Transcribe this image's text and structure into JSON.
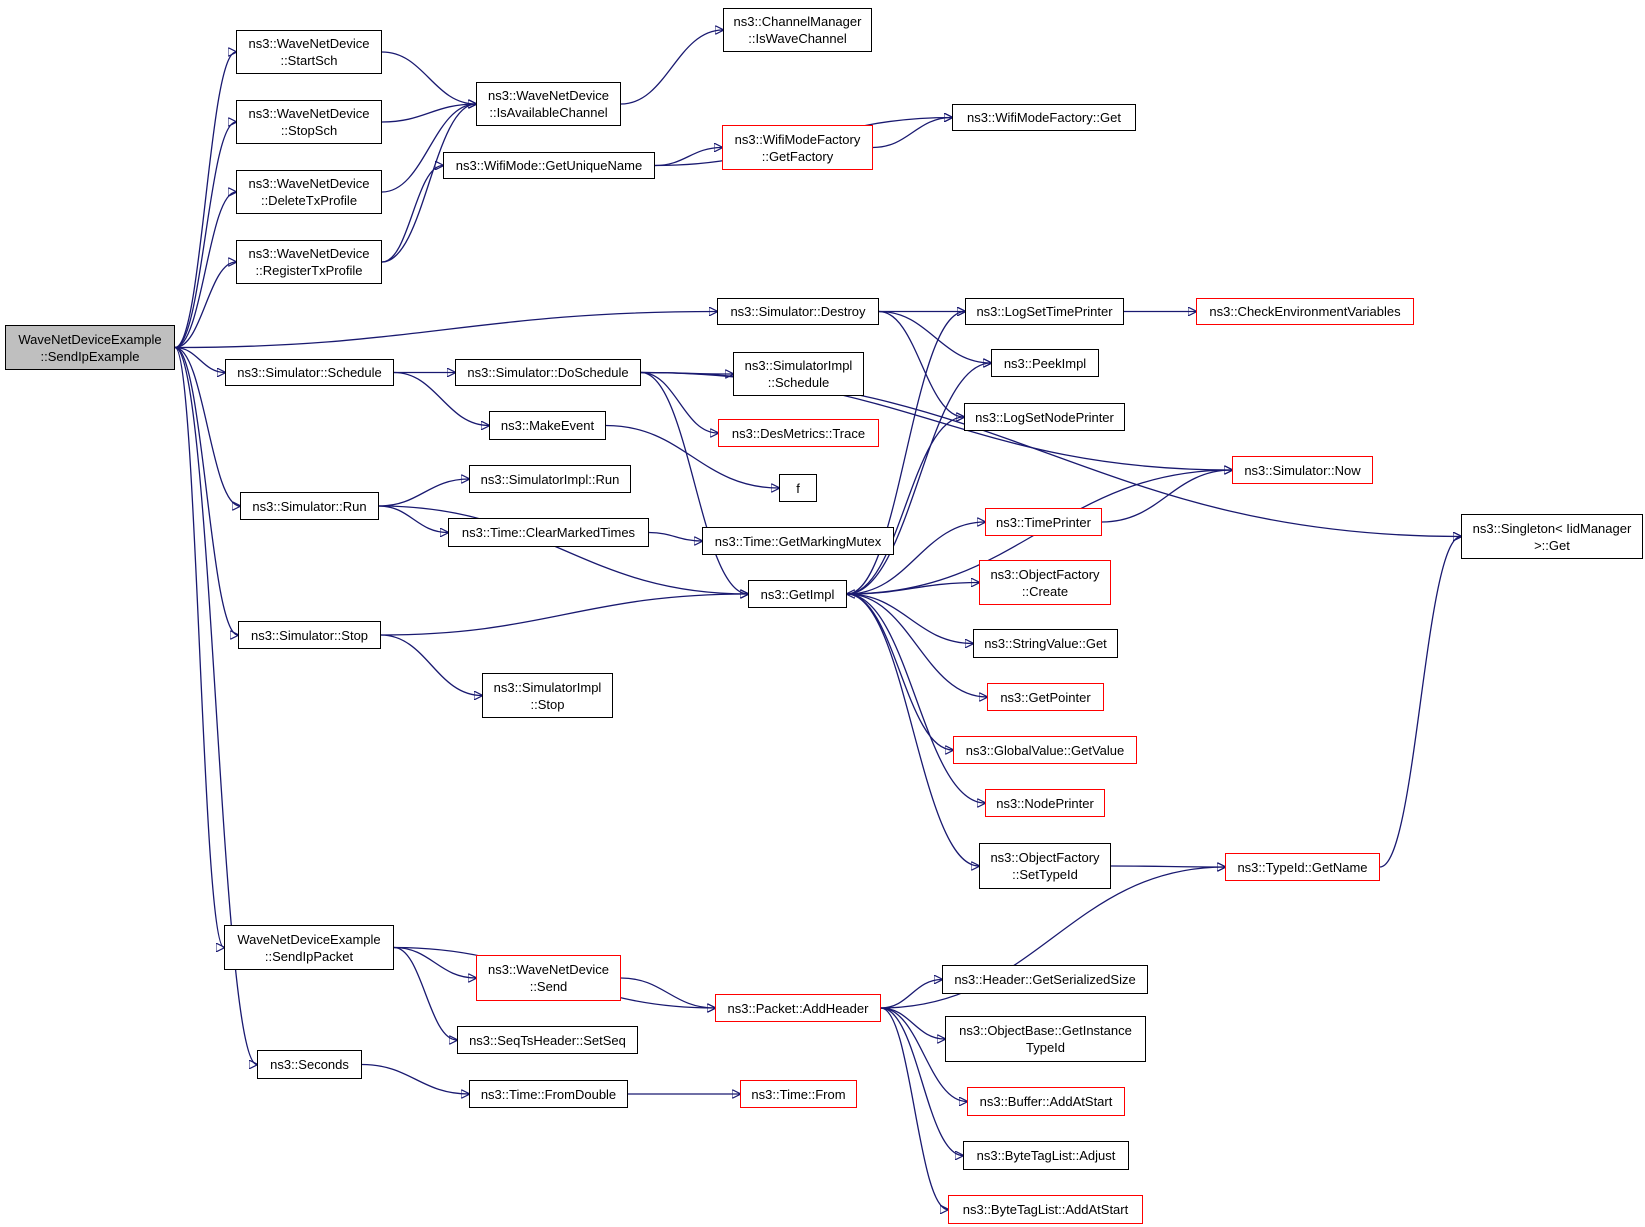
{
  "diagram": {
    "type": "call-graph",
    "colors": {
      "edge": "#191970",
      "root_fill": "#bfbfbf",
      "truncated_border": "#ff0000",
      "node_border": "#000000"
    },
    "nodes": [
      {
        "id": "root",
        "label": "WaveNetDeviceExample\n::SendIpExample",
        "style": "root"
      },
      {
        "id": "startsch",
        "label": "ns3::WaveNetDevice\n::StartSch",
        "style": "normal"
      },
      {
        "id": "stopsch",
        "label": "ns3::WaveNetDevice\n::StopSch",
        "style": "normal"
      },
      {
        "id": "deletetx",
        "label": "ns3::WaveNetDevice\n::DeleteTxProfile",
        "style": "normal"
      },
      {
        "id": "registertx",
        "label": "ns3::WaveNetDevice\n::RegisterTxProfile",
        "style": "normal"
      },
      {
        "id": "isavail",
        "label": "ns3::WaveNetDevice\n::IsAvailableChannel",
        "style": "normal"
      },
      {
        "id": "chanmgr",
        "label": "ns3::ChannelManager\n::IsWaveChannel",
        "style": "normal"
      },
      {
        "id": "getuniq",
        "label": "ns3::WifiMode::GetUniqueName",
        "style": "normal"
      },
      {
        "id": "wmfget",
        "label": "ns3::WifiModeFactory::Get",
        "style": "normal"
      },
      {
        "id": "wmfgetfac",
        "label": "ns3::WifiModeFactory\n::GetFactory",
        "style": "red"
      },
      {
        "id": "simdestroy",
        "label": "ns3::Simulator::Destroy",
        "style": "normal"
      },
      {
        "id": "logsettime",
        "label": "ns3::LogSetTimePrinter",
        "style": "normal"
      },
      {
        "id": "checkenv",
        "label": "ns3::CheckEnvironmentVariables",
        "style": "red"
      },
      {
        "id": "simschedule",
        "label": "ns3::Simulator::Schedule",
        "style": "normal"
      },
      {
        "id": "simdosched",
        "label": "ns3::Simulator::DoSchedule",
        "style": "normal"
      },
      {
        "id": "simimplsched",
        "label": "ns3::SimulatorImpl\n::Schedule",
        "style": "normal"
      },
      {
        "id": "peekimpl",
        "label": "ns3::PeekImpl",
        "style": "normal"
      },
      {
        "id": "logsetnode",
        "label": "ns3::LogSetNodePrinter",
        "style": "normal"
      },
      {
        "id": "makeevent",
        "label": "ns3::MakeEvent",
        "style": "normal"
      },
      {
        "id": "desmetrics",
        "label": "ns3::DesMetrics::Trace",
        "style": "red"
      },
      {
        "id": "simnow",
        "label": "ns3::Simulator::Now",
        "style": "red"
      },
      {
        "id": "f",
        "label": "f",
        "style": "normal"
      },
      {
        "id": "simrun",
        "label": "ns3::Simulator::Run",
        "style": "normal"
      },
      {
        "id": "simimplrun",
        "label": "ns3::SimulatorImpl::Run",
        "style": "normal"
      },
      {
        "id": "timeprinter",
        "label": "ns3::TimePrinter",
        "style": "red"
      },
      {
        "id": "singleton",
        "label": "ns3::Singleton< IidManager\n>::Get",
        "style": "normal"
      },
      {
        "id": "clearmarked",
        "label": "ns3::Time::ClearMarkedTimes",
        "style": "normal"
      },
      {
        "id": "getmarking",
        "label": "ns3::Time::GetMarkingMutex",
        "style": "normal"
      },
      {
        "id": "ofcreate",
        "label": "ns3::ObjectFactory\n::Create",
        "style": "red"
      },
      {
        "id": "getimpl",
        "label": "ns3::GetImpl",
        "style": "normal"
      },
      {
        "id": "simstop",
        "label": "ns3::Simulator::Stop",
        "style": "normal"
      },
      {
        "id": "strvalget",
        "label": "ns3::StringValue::Get",
        "style": "normal"
      },
      {
        "id": "simimplstop",
        "label": "ns3::SimulatorImpl\n::Stop",
        "style": "normal"
      },
      {
        "id": "getpointer",
        "label": "ns3::GetPointer",
        "style": "red"
      },
      {
        "id": "globalval",
        "label": "ns3::GlobalValue::GetValue",
        "style": "red"
      },
      {
        "id": "nodeprinter",
        "label": "ns3::NodePrinter",
        "style": "red"
      },
      {
        "id": "ofsettypeid",
        "label": "ns3::ObjectFactory\n::SetTypeId",
        "style": "normal"
      },
      {
        "id": "typeidname",
        "label": "ns3::TypeId::GetName",
        "style": "red"
      },
      {
        "id": "sendippacket",
        "label": "WaveNetDeviceExample\n::SendIpPacket",
        "style": "normal"
      },
      {
        "id": "wndsend",
        "label": "ns3::WaveNetDevice\n::Send",
        "style": "red"
      },
      {
        "id": "hdrsize",
        "label": "ns3::Header::GetSerializedSize",
        "style": "normal"
      },
      {
        "id": "addheader",
        "label": "ns3::Packet::AddHeader",
        "style": "red"
      },
      {
        "id": "objbase",
        "label": "ns3::ObjectBase::GetInstance\nTypeId",
        "style": "normal"
      },
      {
        "id": "setseq",
        "label": "ns3::SeqTsHeader::SetSeq",
        "style": "normal"
      },
      {
        "id": "seconds",
        "label": "ns3::Seconds",
        "style": "normal"
      },
      {
        "id": "fromdouble",
        "label": "ns3::Time::FromDouble",
        "style": "normal"
      },
      {
        "id": "timefrom",
        "label": "ns3::Time::From",
        "style": "red"
      },
      {
        "id": "bufadd",
        "label": "ns3::Buffer::AddAtStart",
        "style": "red"
      },
      {
        "id": "btladjust",
        "label": "ns3::ByteTagList::Adjust",
        "style": "normal"
      },
      {
        "id": "btladd",
        "label": "ns3::ByteTagList::AddAtStart",
        "style": "red"
      }
    ],
    "edges": [
      [
        "root",
        "startsch"
      ],
      [
        "root",
        "stopsch"
      ],
      [
        "root",
        "deletetx"
      ],
      [
        "root",
        "registertx"
      ],
      [
        "root",
        "simdestroy"
      ],
      [
        "root",
        "simschedule"
      ],
      [
        "root",
        "simrun"
      ],
      [
        "root",
        "simstop"
      ],
      [
        "root",
        "sendippacket"
      ],
      [
        "root",
        "seconds"
      ],
      [
        "startsch",
        "isavail"
      ],
      [
        "stopsch",
        "isavail"
      ],
      [
        "deletetx",
        "isavail"
      ],
      [
        "registertx",
        "isavail"
      ],
      [
        "registertx",
        "getuniq"
      ],
      [
        "isavail",
        "chanmgr"
      ],
      [
        "getuniq",
        "wmfget"
      ],
      [
        "getuniq",
        "wmfgetfac"
      ],
      [
        "wmfgetfac",
        "wmfget"
      ],
      [
        "simdestroy",
        "logsettime"
      ],
      [
        "simdestroy",
        "peekimpl"
      ],
      [
        "simdestroy",
        "logsetnode"
      ],
      [
        "logsettime",
        "checkenv"
      ],
      [
        "simschedule",
        "simdosched"
      ],
      [
        "simschedule",
        "makeevent"
      ],
      [
        "simdosched",
        "simimplsched"
      ],
      [
        "simdosched",
        "desmetrics"
      ],
      [
        "simdosched",
        "getimpl"
      ],
      [
        "simdosched",
        "simnow"
      ],
      [
        "simdosched",
        "singleton"
      ],
      [
        "makeevent",
        "f"
      ],
      [
        "simrun",
        "simimplrun"
      ],
      [
        "simrun",
        "clearmarked"
      ],
      [
        "simrun",
        "getimpl"
      ],
      [
        "clearmarked",
        "getmarking"
      ],
      [
        "simstop",
        "getimpl"
      ],
      [
        "simstop",
        "simimplstop"
      ],
      [
        "getimpl",
        "logsettime"
      ],
      [
        "getimpl",
        "peekimpl"
      ],
      [
        "getimpl",
        "logsetnode"
      ],
      [
        "getimpl",
        "timeprinter"
      ],
      [
        "getimpl",
        "ofcreate"
      ],
      [
        "getimpl",
        "strvalget"
      ],
      [
        "getimpl",
        "getpointer"
      ],
      [
        "getimpl",
        "globalval"
      ],
      [
        "getimpl",
        "nodeprinter"
      ],
      [
        "getimpl",
        "ofsettypeid"
      ],
      [
        "simnow",
        "getimpl"
      ],
      [
        "timeprinter",
        "simnow"
      ],
      [
        "ofsettypeid",
        "typeidname"
      ],
      [
        "typeidname",
        "singleton"
      ],
      [
        "sendippacket",
        "addheader"
      ],
      [
        "sendippacket",
        "wndsend"
      ],
      [
        "sendippacket",
        "setseq"
      ],
      [
        "wndsend",
        "addheader"
      ],
      [
        "addheader",
        "typeidname"
      ],
      [
        "addheader",
        "hdrsize"
      ],
      [
        "addheader",
        "objbase"
      ],
      [
        "addheader",
        "bufadd"
      ],
      [
        "addheader",
        "btladjust"
      ],
      [
        "addheader",
        "btladd"
      ],
      [
        "seconds",
        "fromdouble"
      ],
      [
        "fromdouble",
        "timefrom"
      ]
    ]
  }
}
